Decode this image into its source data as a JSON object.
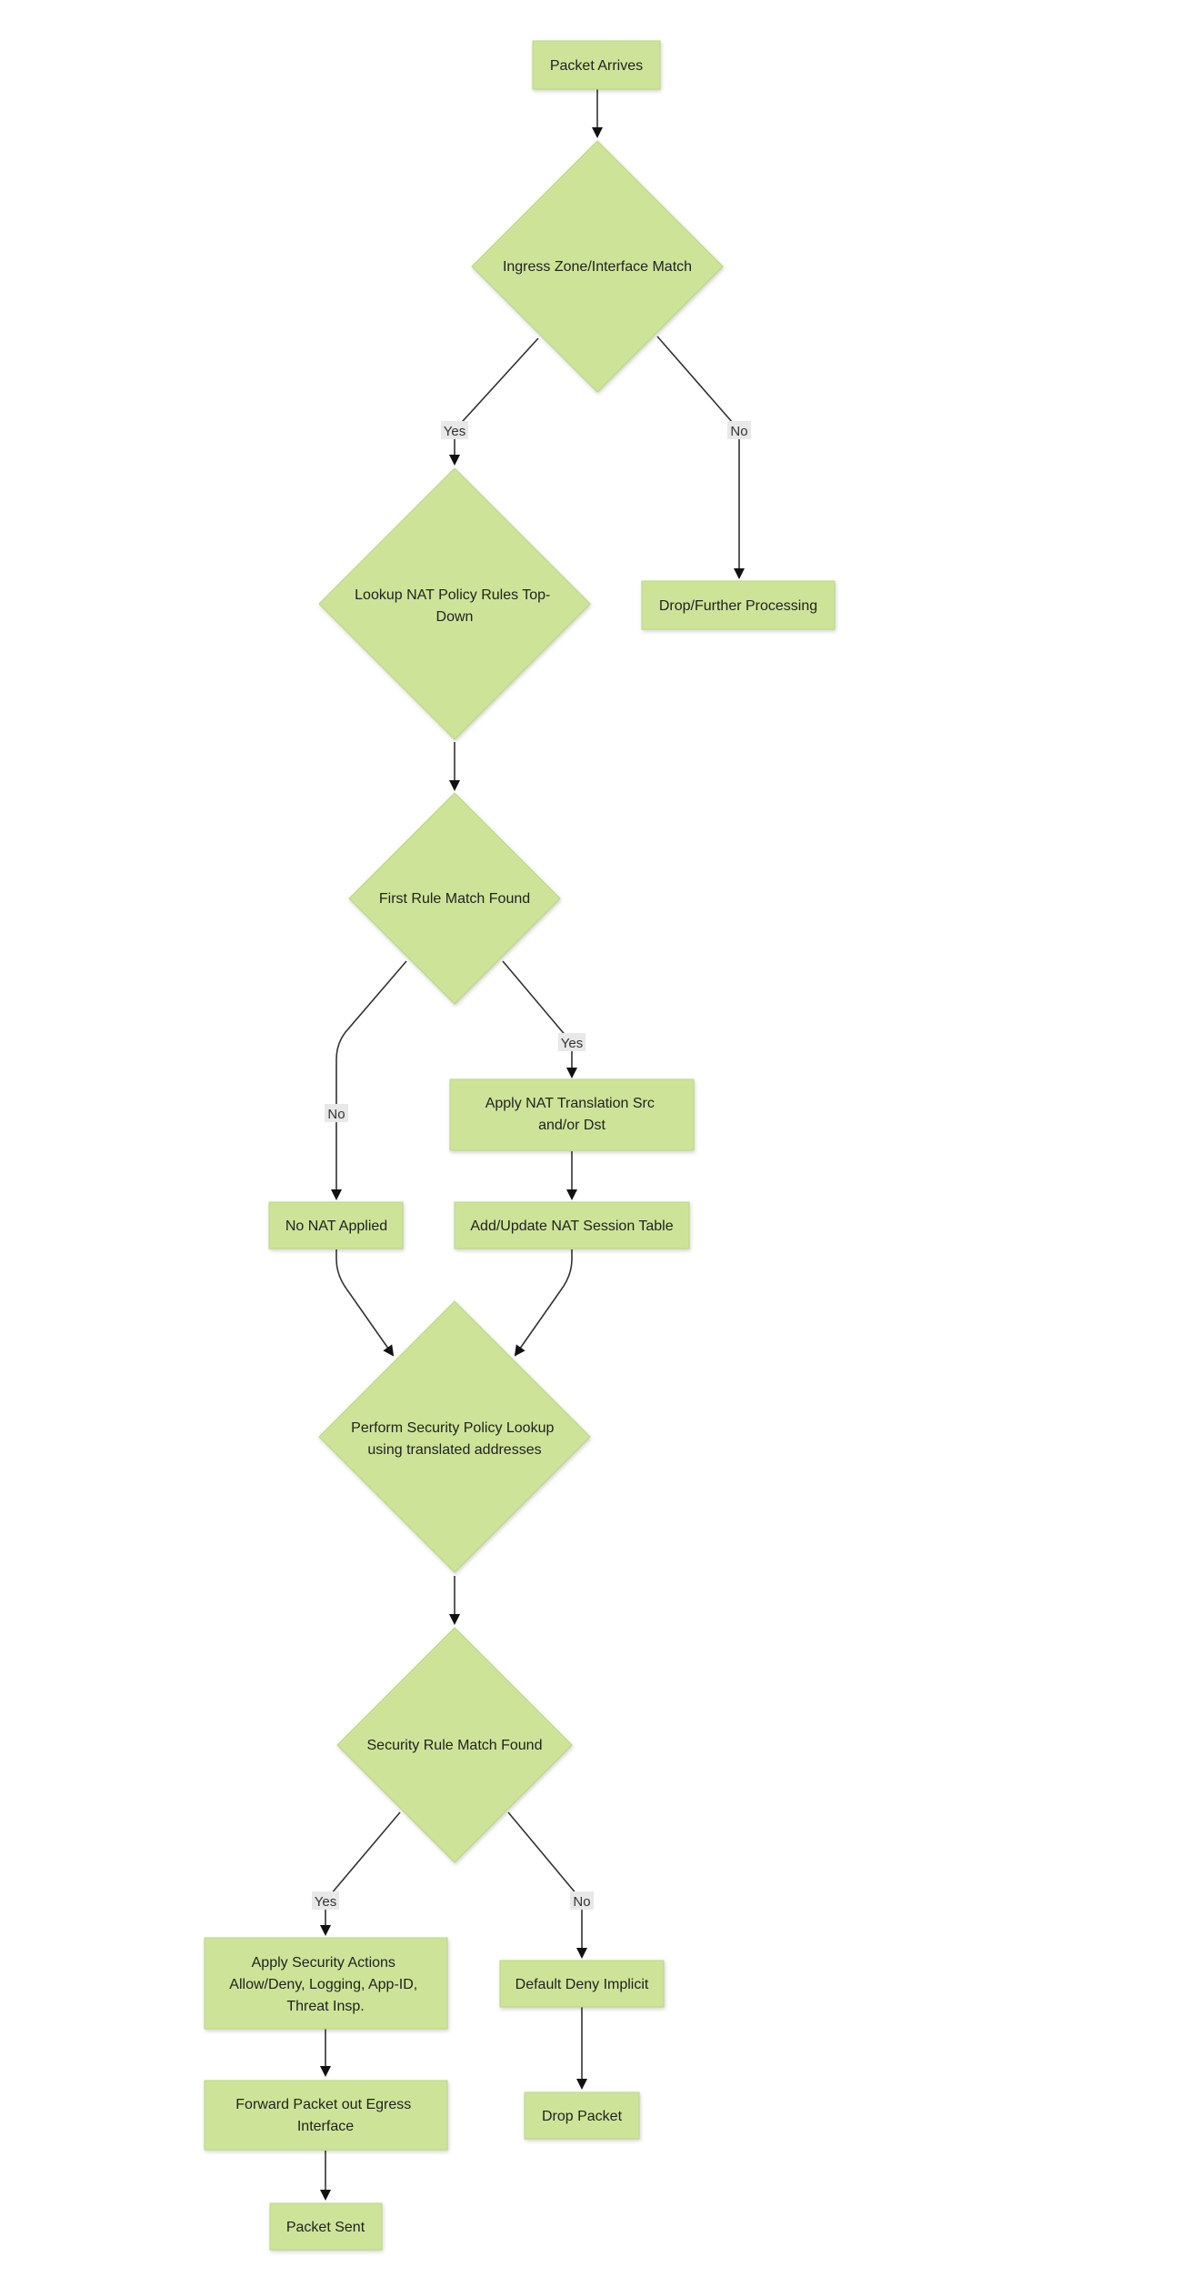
{
  "colors": {
    "node_fill": "#cde498",
    "node_stroke": "#b8d87f",
    "edge": "#333333",
    "label_bg": "#e8e8e8",
    "text": "#222222"
  },
  "nodes": {
    "packet_arrives": "Packet Arrives",
    "ingress_match": "Ingress Zone/Interface Match",
    "drop_further": "Drop/Further Processing",
    "lookup_nat": [
      "Lookup NAT Policy Rules Top-",
      "Down"
    ],
    "first_rule_match": "First Rule Match Found",
    "apply_nat": [
      "Apply NAT Translation Src",
      "and/or Dst"
    ],
    "no_nat": "No NAT Applied",
    "add_update_nat": "Add/Update NAT Session Table",
    "security_lookup": [
      "Perform Security Policy Lookup",
      "using translated addresses"
    ],
    "security_rule_match": "Security Rule Match Found",
    "apply_security": [
      "Apply Security Actions",
      "Allow/Deny, Logging, App-ID,",
      "Threat Insp."
    ],
    "default_deny": "Default Deny Implicit",
    "forward_packet": [
      "Forward Packet out Egress",
      "Interface"
    ],
    "drop_packet": "Drop Packet",
    "packet_sent": "Packet Sent"
  },
  "edge_labels": {
    "ingress_yes": "Yes",
    "ingress_no": "No",
    "rule_no": "No",
    "rule_yes": "Yes",
    "security_yes": "Yes",
    "security_no": "No"
  }
}
